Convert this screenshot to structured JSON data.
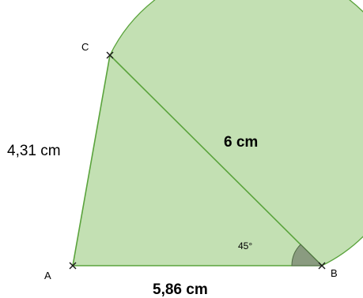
{
  "points": {
    "a": "A",
    "b": "B",
    "c": "C"
  },
  "lengths": {
    "ac": "4,31 cm",
    "bc": "6 cm",
    "ab": "5,86 cm"
  },
  "angle_b": "45°",
  "colors": {
    "fill": "#c3e0b3",
    "stroke": "#5aa33c",
    "angle_fill": "#8a9b80",
    "point": "#1a1a1a"
  }
}
